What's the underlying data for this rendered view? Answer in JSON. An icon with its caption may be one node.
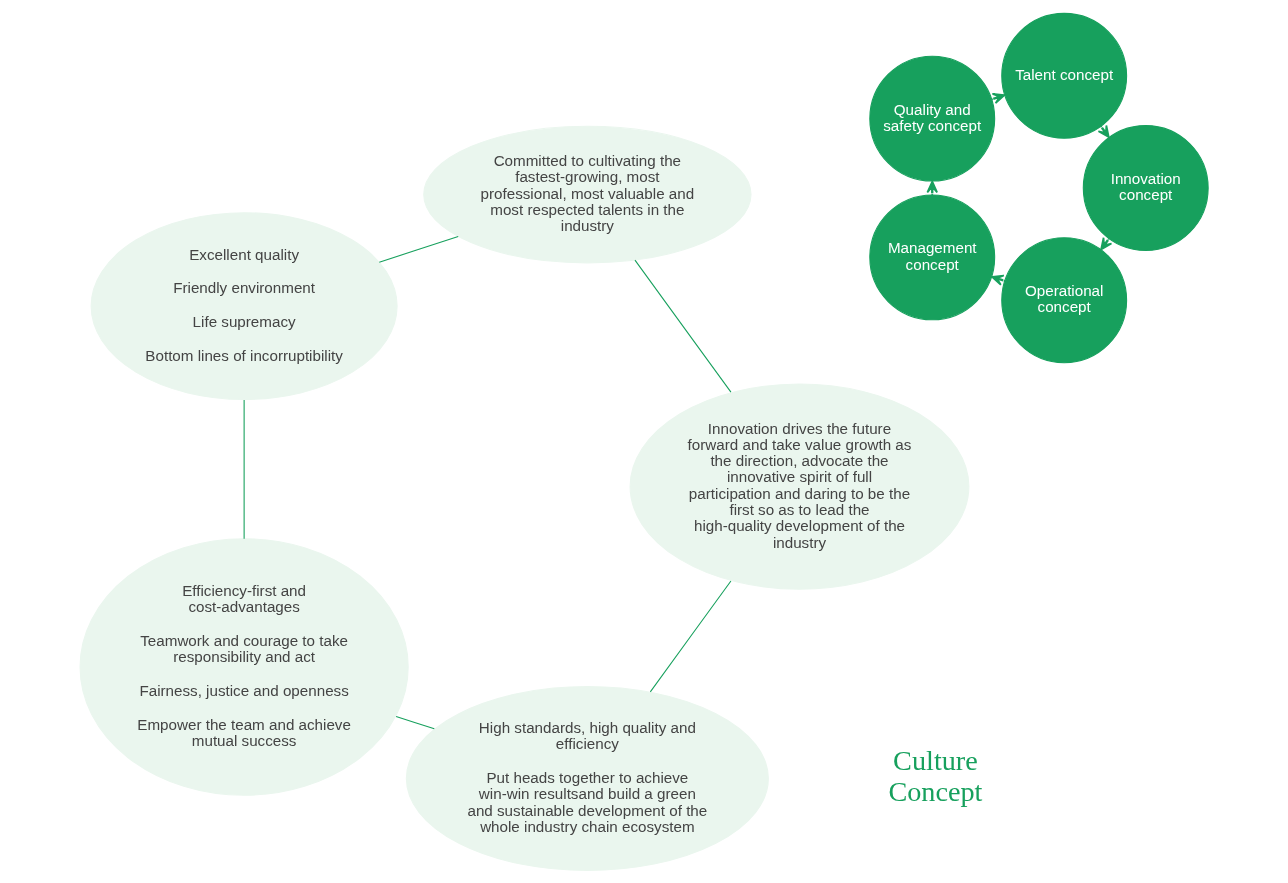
{
  "diagram": {
    "nodes": [
      {
        "text": [
          "Operational concept"
        ]
      },
      {
        "text": [
          "Management concept"
        ]
      },
      {
        "text": [
          "Quality and safety concept"
        ]
      },
      {
        "text": [
          "Talent concept"
        ]
      },
      {
        "text": [
          "Innovation concept"
        ]
      },
      {
        "text": [
          "High standards, high quality and efficiency",
          "Put heads together to achieve win-win resultsand build a green and sustainable development of the whole industry chain ecosystem"
        ]
      },
      {
        "text": [
          "Efficiency-first and cost-advantages",
          "Teamwork and courage to take responsibility and act",
          "Fairness, justice and openness",
          "Empower the team and achieve mutual success"
        ]
      },
      {
        "text": [
          "Excellent quality",
          "Friendly environment",
          "Life supremacy",
          "Bottom lines of incorruptibility"
        ]
      },
      {
        "text": [
          "Committed to cultivating the fastest-growing, most professional, most valuable and most respected talents in the industry"
        ]
      },
      {
        "text": [
          "Innovation drives the future forward and take value growth as the direction, advocate the innovative spirit of full participation and daring to be the first so as to lead the high-quality development of the industry"
        ]
      }
    ],
    "edges": [
      {
        "from": 0,
        "to": 1,
        "arrow": "to",
        "style": "dashed"
      },
      {
        "from": 1,
        "to": 2,
        "arrow": "to",
        "style": "dashed"
      },
      {
        "from": 2,
        "to": 3,
        "arrow": "to",
        "style": "dashed"
      },
      {
        "from": 3,
        "to": 4,
        "arrow": "to",
        "style": "dashed"
      },
      {
        "from": 4,
        "to": 0,
        "arrow": "to",
        "style": "dashed"
      },
      {
        "from": 5,
        "to": 6,
        "arrow": "none"
      },
      {
        "from": 6,
        "to": 7,
        "arrow": "none"
      },
      {
        "from": 7,
        "to": 8,
        "arrow": "none"
      },
      {
        "from": 8,
        "to": 9,
        "arrow": "none"
      },
      {
        "from": 9,
        "to": 5,
        "arrow": "none"
      }
    ],
    "labels": [
      "Culture Concept"
    ]
  }
}
